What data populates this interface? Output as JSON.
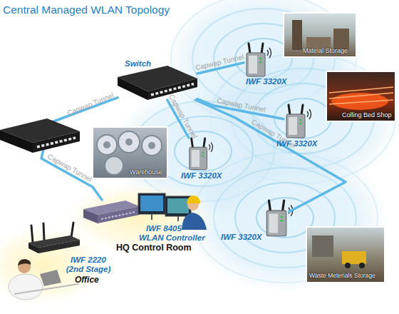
{
  "diagram": {
    "title": "Central Managed WLAN Topology",
    "nodes": [
      {
        "text": [
          "Switch"
        ]
      },
      {
        "text": [
          "Mateial Storage"
        ]
      },
      {
        "text": [
          "IWF 3320X"
        ]
      },
      {
        "text": [
          "Colling Bed Shop"
        ]
      },
      {
        "text": [
          "IWF 3320X"
        ]
      },
      {
        "text": [
          "Warehouse"
        ]
      },
      {
        "text": [
          "IWF 3320X"
        ]
      },
      {
        "text": [
          "IWF 8405",
          "WLAN Controller",
          "HQ Control Room"
        ]
      },
      {
        "text": [
          "IWF 3320X"
        ]
      },
      {
        "text": [
          "IWF 2220 (2nd Stage)",
          "Office"
        ]
      },
      {
        "text": [
          "Waste Meterials Storage"
        ]
      }
    ],
    "edges": [
      {
        "from": 0,
        "to": 2,
        "arrow": "none",
        "label": "Capwap Tunnel"
      },
      {
        "from": 0,
        "to": 4,
        "arrow": "none",
        "label": "Capwap Tunnel"
      },
      {
        "from": 0,
        "to": 6,
        "arrow": "none",
        "label": "Capwap Tunnel"
      },
      {
        "from": 0,
        "to": 8,
        "arrow": "none",
        "label": "Capwap Tunnel"
      },
      {
        "from": 0,
        "to": 7,
        "arrow": "none",
        "label": "Capwap Tunnel"
      }
    ],
    "labels": [
      "Capwap Tunnel"
    ]
  }
}
